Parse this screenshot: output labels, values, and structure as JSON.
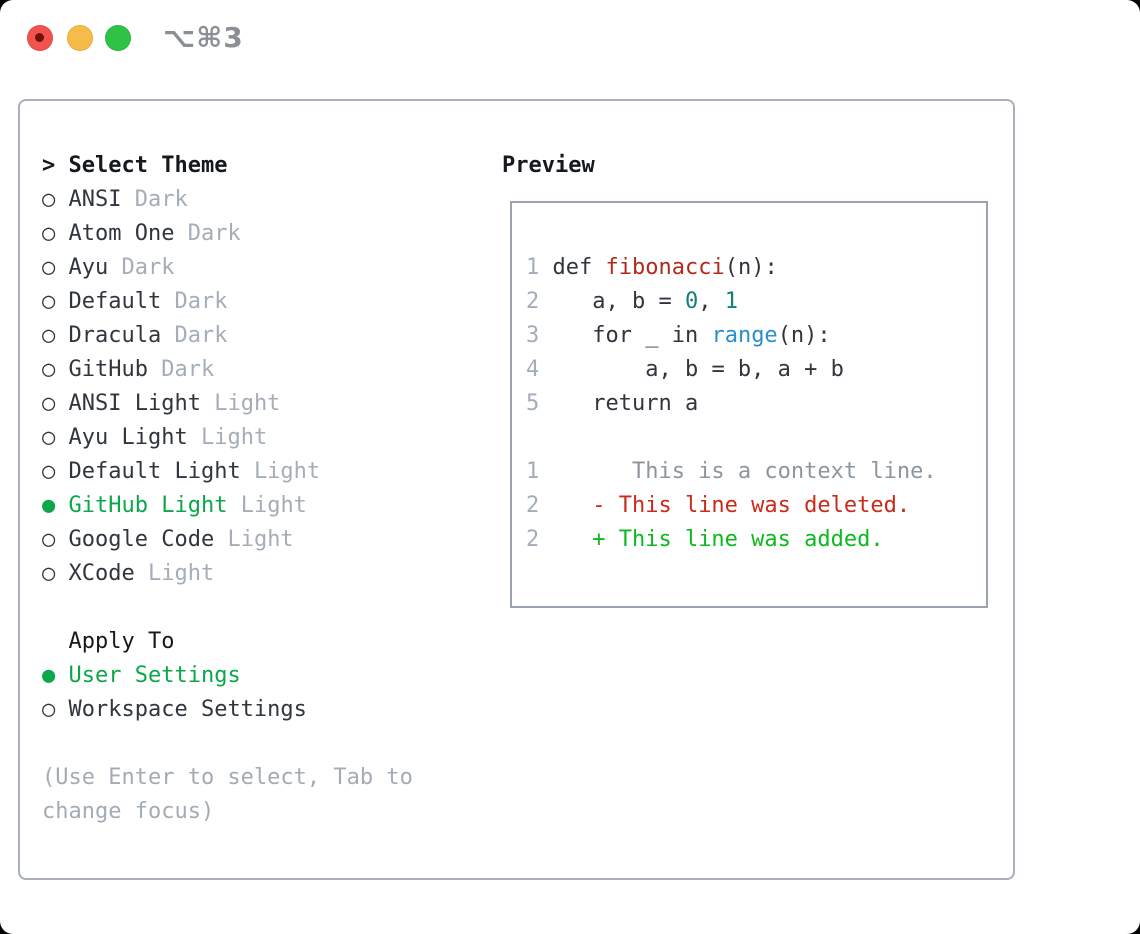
{
  "window": {
    "title": "⌥⌘3",
    "buttons": {
      "close": "close-button",
      "minimize": "minimize-button",
      "zoom": "zoom-button"
    }
  },
  "theme_section": {
    "header_marker": ">",
    "header": "Select Theme",
    "items": [
      {
        "name": "ANSI",
        "variant": "Dark",
        "selected": false
      },
      {
        "name": "Atom One",
        "variant": "Dark",
        "selected": false
      },
      {
        "name": "Ayu",
        "variant": "Dark",
        "selected": false
      },
      {
        "name": "Default",
        "variant": "Dark",
        "selected": false
      },
      {
        "name": "Dracula",
        "variant": "Dark",
        "selected": false
      },
      {
        "name": "GitHub",
        "variant": "Dark",
        "selected": false
      },
      {
        "name": "ANSI Light",
        "variant": "Light",
        "selected": false
      },
      {
        "name": "Ayu Light",
        "variant": "Light",
        "selected": false
      },
      {
        "name": "Default Light",
        "variant": "Light",
        "selected": false
      },
      {
        "name": "GitHub Light",
        "variant": "Light",
        "selected": true
      },
      {
        "name": "Google Code",
        "variant": "Light",
        "selected": false
      },
      {
        "name": "XCode",
        "variant": "Light",
        "selected": false
      }
    ],
    "marker_unselected": "○",
    "marker_selected": "●"
  },
  "apply_section": {
    "header": "Apply To",
    "items": [
      {
        "name": "User Settings",
        "selected": true
      },
      {
        "name": "Workspace Settings",
        "selected": false
      }
    ]
  },
  "help_lines": [
    "(Use Enter to select, Tab to",
    "change focus)"
  ],
  "preview": {
    "header": "Preview",
    "lines": [
      {
        "tokens": [
          {
            "text": "1 ",
            "c": "linenum"
          },
          {
            "text": "def ",
            "c": "plain"
          },
          {
            "text": "fibonacci",
            "c": "func"
          },
          {
            "text": "(n):",
            "c": "plain"
          }
        ]
      },
      {
        "tokens": [
          {
            "text": "2 ",
            "c": "linenum"
          },
          {
            "text": "   a, b = ",
            "c": "plain"
          },
          {
            "text": "0",
            "c": "number"
          },
          {
            "text": ", ",
            "c": "plain"
          },
          {
            "text": "1",
            "c": "number"
          }
        ]
      },
      {
        "tokens": [
          {
            "text": "3 ",
            "c": "linenum"
          },
          {
            "text": "   for _ in ",
            "c": "plain"
          },
          {
            "text": "range",
            "c": "builtin"
          },
          {
            "text": "(n):",
            "c": "plain"
          }
        ]
      },
      {
        "tokens": [
          {
            "text": "4 ",
            "c": "linenum"
          },
          {
            "text": "       a, b = b, a + b",
            "c": "plain"
          }
        ]
      },
      {
        "tokens": [
          {
            "text": "5 ",
            "c": "linenum"
          },
          {
            "text": "   return a",
            "c": "plain"
          }
        ]
      },
      {
        "tokens": []
      },
      {
        "tokens": [
          {
            "text": "1",
            "c": "linenum"
          },
          {
            "text": "       This is a context line.",
            "c": "context"
          }
        ]
      },
      {
        "tokens": [
          {
            "text": "2",
            "c": "linenum"
          },
          {
            "text": "    - This line was deleted.",
            "c": "deleted"
          }
        ]
      },
      {
        "tokens": [
          {
            "text": "2",
            "c": "linenum"
          },
          {
            "text": "    + This line was added.",
            "c": "added"
          }
        ]
      }
    ]
  },
  "colors": {
    "text_primary": "#15191e",
    "text_item": "#30363d",
    "text_muted": "#a5aeb8",
    "selected_green": "#0ca74a",
    "added_green": "#0cba1e",
    "deleted_red": "#ca2a19",
    "function_red": "#b02b1c",
    "number_teal": "#10807a",
    "builtin_blue": "#2b8fce",
    "linenum_gray": "#a3adba",
    "context_gray": "#8d959d",
    "help_gray": "#a3acb5",
    "panel_border": "#a9b0b9",
    "preview_border": "#9ba4ae",
    "title_gray": "#8a8f94",
    "traffic_red": "#f1534e",
    "traffic_red_dot": "#701107",
    "traffic_yellow": "#f5bc48",
    "traffic_green": "#2fc244"
  }
}
